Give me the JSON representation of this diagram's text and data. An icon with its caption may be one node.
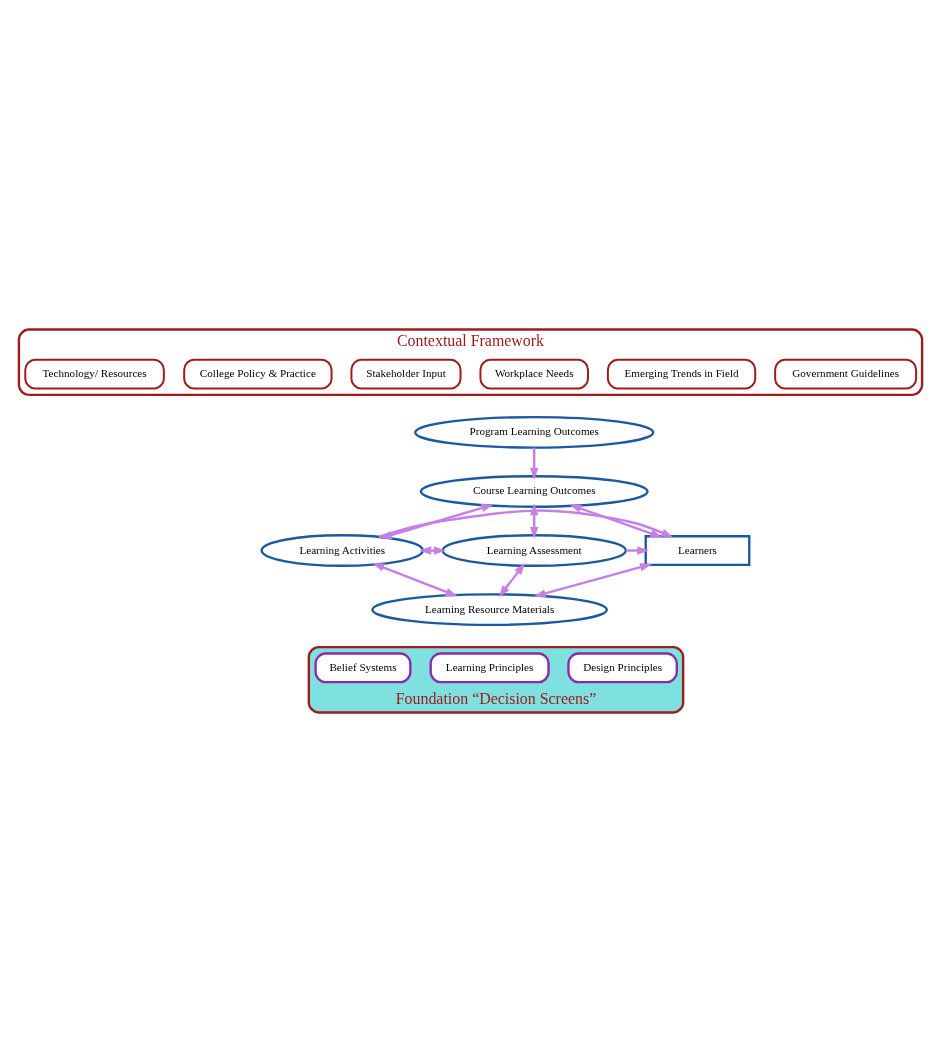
{
  "diagram": {
    "nodes": [
      {
        "text": [
          "Contextual Framework"
        ]
      },
      {
        "text": [
          "Government Guidelines"
        ],
        "in": 0
      },
      {
        "text": [
          "Emerging Trends in Field"
        ],
        "in": 0
      },
      {
        "text": [
          "Workplace Needs"
        ],
        "in": 0
      },
      {
        "text": [
          "Stakeholder Input"
        ],
        "in": 0
      },
      {
        "text": [
          "College Policy & Practice"
        ],
        "in": 0
      },
      {
        "text": [
          "Technology/ Resources"
        ],
        "in": 0
      },
      {
        "text": [
          "Program Learning Outcomes"
        ]
      },
      {
        "text": [
          "Course Learning Outcomes"
        ]
      },
      {
        "text": [
          "Learners"
        ]
      },
      {
        "text": [
          "Learning Activities"
        ]
      },
      {
        "text": [
          "Learning Assessment"
        ]
      },
      {
        "text": [
          "Learning Resource Materials"
        ]
      },
      {
        "text": [
          "Foundation “Decision Screens”"
        ]
      },
      {
        "text": [
          "Belief Systems"
        ],
        "in": 13
      },
      {
        "text": [
          "Learning Principles"
        ],
        "in": 13
      },
      {
        "text": [
          "Design Principles"
        ],
        "in": 13
      }
    ],
    "edges": [
      {
        "from": 7,
        "to": 8,
        "arrow": "to"
      },
      {
        "from": 8,
        "to": 9,
        "arrow": "both"
      },
      {
        "from": 8,
        "to": 10,
        "arrow": "both"
      },
      {
        "from": 8,
        "to": 11,
        "arrow": "both"
      },
      {
        "from": 10,
        "to": 9,
        "arrow": "to"
      },
      {
        "from": 11,
        "to": 9,
        "arrow": "to"
      },
      {
        "from": 12,
        "to": 9,
        "arrow": "both"
      },
      {
        "from": 10,
        "to": 11,
        "arrow": "both"
      },
      {
        "from": 10,
        "to": 12,
        "arrow": "both"
      },
      {
        "from": 11,
        "to": 12,
        "arrow": "both"
      }
    ]
  }
}
